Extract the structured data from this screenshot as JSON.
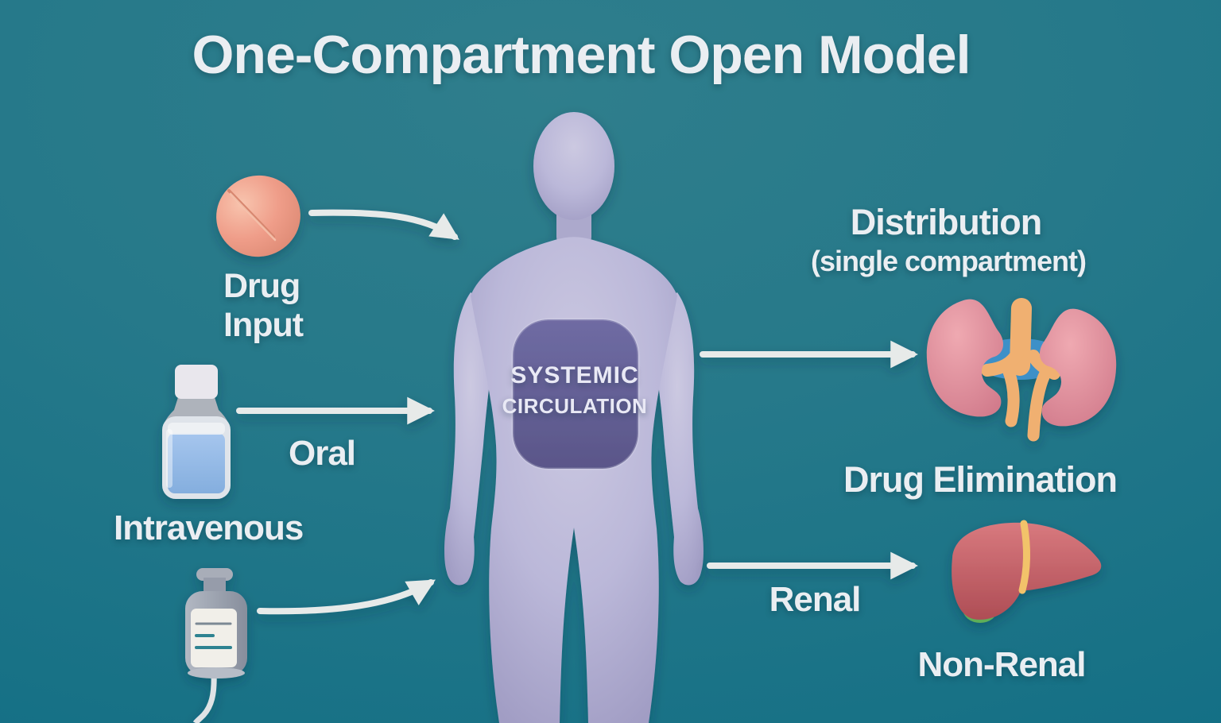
{
  "title": "One-Compartment Open Model",
  "colors": {
    "background_top": "#2f7e8c",
    "background_bottom": "#0f6d84",
    "text": "#eaeef2",
    "arrow": "#e7eae9",
    "body": "#b8b5d6",
    "panel": "#645f96",
    "pill": "#ef9d89",
    "bottle_liquid": "#84aede",
    "kidney": "#dd8a94",
    "ureter": "#f0b071",
    "vessel_blue": "#3d90c8",
    "liver": "#c2606a",
    "liver_band": "#f2c36b",
    "gallbladder": "#5fae58"
  },
  "labels": {
    "drug_input_line1": "Drug",
    "drug_input_line2": "Input",
    "oral": "Oral",
    "intravenous": "Intravenous",
    "systemic_line1": "SYSTEMIC",
    "systemic_line2": "CIRCULATION",
    "distribution": "Distribution",
    "distribution_sub": "(single compartment)",
    "drug_elimination": "Drug Elimination",
    "renal": "Renal",
    "non_renal": "Non-Renal"
  },
  "icons": {
    "pill": "tablet-pill-icon",
    "bottle": "medicine-bottle-icon",
    "iv_vial": "iv-drip-vial-icon",
    "figure": "human-body-figure",
    "kidneys": "kidneys-icon",
    "liver": "liver-icon"
  }
}
